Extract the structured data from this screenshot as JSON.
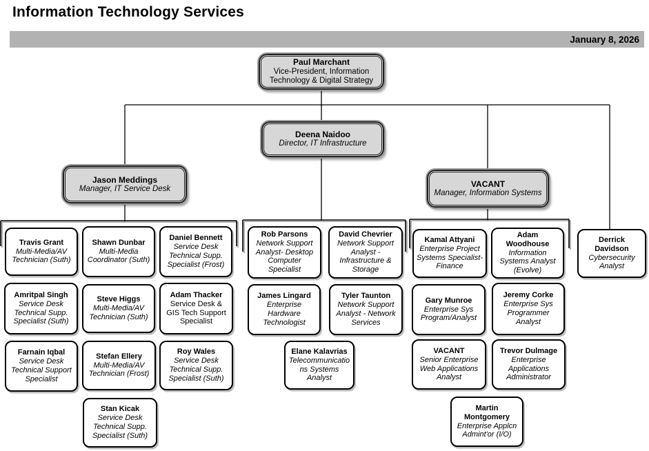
{
  "page": {
    "title": "Information Technology Services",
    "date": "January 8, 2026"
  },
  "colors": {
    "banner_gray": "#b2b2b2",
    "manager_box_fill": "#d7d7d7",
    "leaf_box_fill": "#ffffff",
    "line_black": "#000000",
    "line_shadow_gray": "#9b9b9b"
  },
  "nodes": {
    "vp": {
      "name": "Paul Marchant",
      "title": "Vice-President, Information Technology & Digital Strategy"
    },
    "director": {
      "name": "Deena Naidoo",
      "title": "Director, IT Infrastructure"
    },
    "mgr_service_desk": {
      "name": "Jason Meddings",
      "title": "Manager, IT Service Desk"
    },
    "mgr_info_systems": {
      "name": "VACANT",
      "title": "Manager, Information Systems"
    },
    "travis_grant": {
      "name": "Travis Grant",
      "title": "Multi-Media/AV Technician (Suth)"
    },
    "shawn_dunbar": {
      "name": "Shawn Dunbar",
      "title": "Multi-Media Coordinator (Suth)"
    },
    "daniel_bennett": {
      "name": "Daniel Bennett",
      "title": "Service Desk Technical Supp. Specialist (Frost)"
    },
    "amritpal_singh": {
      "name": "Amritpal Singh",
      "title": "Service Desk Technical Supp. Specialist (Suth)"
    },
    "steve_higgs": {
      "name": "Steve Higgs",
      "title": "Multi-Media/AV Technician (Suth)"
    },
    "adam_thacker": {
      "name": "Adam Thacker",
      "title": "Service Desk & GIS Tech Support Specialist"
    },
    "farnain_iqbal": {
      "name": "Farnain Iqbal",
      "title": "Service Desk Technical Support Specialist"
    },
    "stefan_ellery": {
      "name": "Stefan Ellery",
      "title": "Multi-Media/AV Technician (Frost)"
    },
    "roy_wales": {
      "name": "Roy Wales",
      "title": "Service Desk Technical Supp. Specialist (Suth)"
    },
    "stan_kicak": {
      "name": "Stan Kicak",
      "title": "Service Desk Technical Supp. Specialist (Suth)"
    },
    "rob_parsons": {
      "name": "Rob Parsons",
      "title": "Network Support Analyst- Desktop Computer Specialist"
    },
    "david_chevrier": {
      "name": "David Chevrier",
      "title": "Network Support Analyst - Infrastructure & Storage"
    },
    "james_lingard": {
      "name": "James Lingard",
      "title": "Enterprise Hardware Technologist"
    },
    "tyler_taunton": {
      "name": "Tyler Taunton",
      "title": "Network Support Analyst - Network Services"
    },
    "elane_kalavrias": {
      "name": "Elane Kalavrias",
      "title": "Telecommunications Systems Analyst"
    },
    "kamal_attyani": {
      "name": "Kamal Attyani",
      "title": "Enterprise Project Systems Specialist-Finance"
    },
    "adam_woodhouse": {
      "name": "Adam Woodhouse",
      "title": "Information Systems Analyst (Evolve)"
    },
    "gary_munroe": {
      "name": "Gary Munroe",
      "title": "Enterprise Sys Program/Analyst"
    },
    "jeremy_corke": {
      "name": "Jeremy Corke",
      "title": "Enterprise Sys Programmer Analyst"
    },
    "vacant_web": {
      "name": "VACANT",
      "title": "Senior Enterprise Web Applications Analyst"
    },
    "trevor_dulmage": {
      "name": "Trevor Dulmage",
      "title": "Enterprise Applications Administrator"
    },
    "martin_montgomery": {
      "name": "Martin Montgomery",
      "title": "Enterprise Applcn Admint'or (I/O)"
    },
    "derrick_davidson": {
      "name": "Derrick Davidson",
      "title": "Cybersecurity Analyst"
    }
  }
}
